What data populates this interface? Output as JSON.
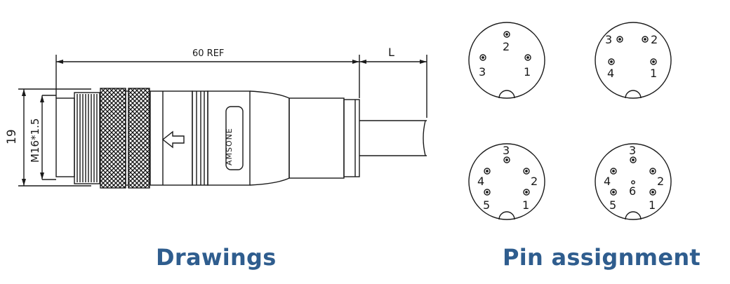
{
  "drawing": {
    "dim_length": "60 REF",
    "dim_cable": "L",
    "dim_height": "19",
    "dim_thread": "M16*1.5",
    "brand": "AMSONE"
  },
  "pins": {
    "layout_3": [
      "2",
      "3",
      "1"
    ],
    "layout_4": [
      "3",
      "2",
      "4",
      "1"
    ],
    "layout_5": [
      "3",
      "4",
      "2",
      "5",
      "1"
    ],
    "layout_6": [
      "3",
      "4",
      "2",
      "6",
      "5",
      "1"
    ]
  },
  "captions": {
    "drawings": "Drawings",
    "pin_assignment": "Pin assignment"
  },
  "colors": {
    "line": "#1a1a1a",
    "caption": "#2f5d8e"
  }
}
